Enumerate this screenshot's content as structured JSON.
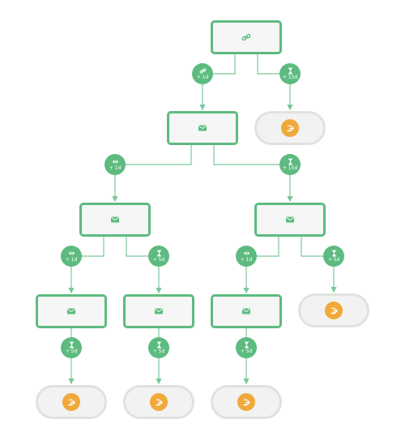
{
  "colors": {
    "accent": "#5dbb80",
    "node_fill": "#f5f6f5",
    "exit_fill": "#f1f2f1",
    "exit_border": "#e0e2e0",
    "exit_badge": "#f0a93a",
    "line": "#7bc79a"
  },
  "nodes": [
    {
      "id": "start",
      "kind": "step",
      "icon": "link-icon"
    },
    {
      "id": "email-1",
      "kind": "step",
      "icon": "envelope-icon"
    },
    {
      "id": "exit-1",
      "kind": "exit",
      "icon": "exit-icon"
    },
    {
      "id": "email-2a",
      "kind": "step",
      "icon": "envelope-icon"
    },
    {
      "id": "email-2b",
      "kind": "step",
      "icon": "envelope-icon"
    },
    {
      "id": "email-3a",
      "kind": "step",
      "icon": "envelope-icon"
    },
    {
      "id": "email-3b",
      "kind": "step",
      "icon": "envelope-icon"
    },
    {
      "id": "email-3c",
      "kind": "step",
      "icon": "envelope-icon"
    },
    {
      "id": "exit-2",
      "kind": "exit",
      "icon": "exit-icon"
    },
    {
      "id": "exit-3",
      "kind": "exit",
      "icon": "exit-icon"
    },
    {
      "id": "exit-4",
      "kind": "exit",
      "icon": "exit-icon"
    },
    {
      "id": "exit-5",
      "kind": "exit",
      "icon": "exit-icon"
    }
  ],
  "edges": [
    {
      "from": "start",
      "to": "email-1",
      "condition": {
        "icon": "link-icon",
        "label": "+ 1d"
      }
    },
    {
      "from": "start",
      "to": "exit-1",
      "condition": {
        "icon": "hourglass-icon",
        "label": "+ 15d"
      }
    },
    {
      "from": "email-1",
      "to": "email-2a",
      "condition": {
        "icon": "eye-icon",
        "label": "+ 1d"
      }
    },
    {
      "from": "email-1",
      "to": "email-2b",
      "condition": {
        "icon": "hourglass-icon",
        "label": "+ 15d"
      }
    },
    {
      "from": "email-2a",
      "to": "email-3a",
      "condition": {
        "icon": "eye-icon",
        "label": "+ 1d"
      }
    },
    {
      "from": "email-2a",
      "to": "email-3b",
      "condition": {
        "icon": "hourglass-icon",
        "label": "+ 5d"
      }
    },
    {
      "from": "email-2b",
      "to": "email-3c",
      "condition": {
        "icon": "eye-icon",
        "label": "+ 1d"
      }
    },
    {
      "from": "email-2b",
      "to": "exit-2",
      "condition": {
        "icon": "hourglass-icon",
        "label": "+ 5d"
      }
    },
    {
      "from": "email-3a",
      "to": "exit-3",
      "condition": {
        "icon": "hourglass-icon",
        "label": "+ 5d"
      }
    },
    {
      "from": "email-3b",
      "to": "exit-4",
      "condition": {
        "icon": "hourglass-icon",
        "label": "+ 5d"
      }
    },
    {
      "from": "email-3c",
      "to": "exit-5",
      "condition": {
        "icon": "hourglass-icon",
        "label": "+ 5d"
      }
    }
  ]
}
